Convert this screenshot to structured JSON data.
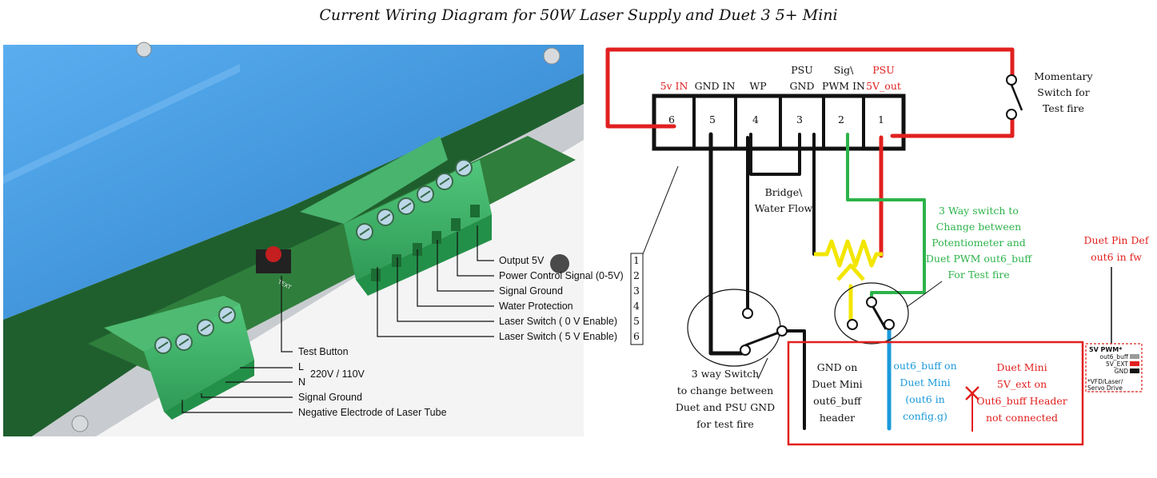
{
  "title": "Current Wiring Diagram for 50W Laser Supply and Duet 3 5+ Mini",
  "psu_photo": {
    "callouts": [
      "Output 5V",
      "Power Control Signal (0-5V)",
      "Signal Ground",
      "Water Protection",
      "Laser Switch ( 0 V Enable)",
      "Laser Switch ( 5 V Enable)"
    ],
    "callout_numbers": [
      "1",
      "2",
      "3",
      "4",
      "5",
      "6"
    ],
    "test_button": "Test Button",
    "mains_l": "L",
    "mains_n": "N",
    "mains_voltage": "220V / 110V",
    "signal_ground": "Signal Ground",
    "negative_electrode": "Negative Electrode of Laser Tube",
    "board_text": "TEXT"
  },
  "terminal_block": {
    "headers": [
      {
        "l1": "",
        "l2": "5v IN",
        "color": "#e0201f"
      },
      {
        "l1": "",
        "l2": "GND IN",
        "color": "#111"
      },
      {
        "l1": "",
        "l2": "WP",
        "color": "#111"
      },
      {
        "l1": "PSU",
        "l2": "GND",
        "color": "#111"
      },
      {
        "l1": "Sig\\",
        "l2": "PWM IN",
        "color": "#111"
      },
      {
        "l1": "PSU",
        "l2": "5V_out",
        "color": "#e0201f"
      }
    ],
    "pins": [
      "6",
      "5",
      "4",
      "3",
      "2",
      "1"
    ]
  },
  "labels": {
    "momentary": [
      "Momentary",
      "Switch for",
      "Test fire"
    ],
    "bridge": [
      "Bridge\\",
      "Water Flow"
    ],
    "three_way_pot": [
      "3 Way switch to",
      "Change between",
      "Potentiometer and",
      "Duet PWM out6_buff",
      "For Test fire"
    ],
    "three_way_gnd": [
      "3 way Switch",
      "to change between",
      "Duet and PSU GND",
      "for test fire"
    ],
    "gnd_duet": [
      "GND on",
      "Duet Mini",
      "out6_buff",
      "header"
    ],
    "out6_duet": [
      "out6_buff on",
      "Duet Mini",
      "(out6 in",
      "config.g)"
    ],
    "duet_5v": [
      "Duet Mini",
      "5V_ext on",
      "Out6_buff Header",
      "not connected"
    ],
    "pin_def": [
      "Duet Pin Def",
      "out6 in fw"
    ]
  },
  "duet_header": {
    "title": "5V PWM*",
    "rows": [
      "out6_buff",
      "5V_EXT",
      "GND"
    ],
    "row_colors": [
      "#9a9a9a",
      "#e0201f",
      "#111111"
    ],
    "notes": [
      "*VFD/Laser/",
      "Servo Drive"
    ]
  },
  "colors": {
    "red": "#e0201f",
    "green": "#2db34a",
    "blue": "#1a9ad9",
    "yellow": "#f2e600",
    "psu_blue": "#3f9ee0",
    "terminal_green": "#3fb56a"
  }
}
